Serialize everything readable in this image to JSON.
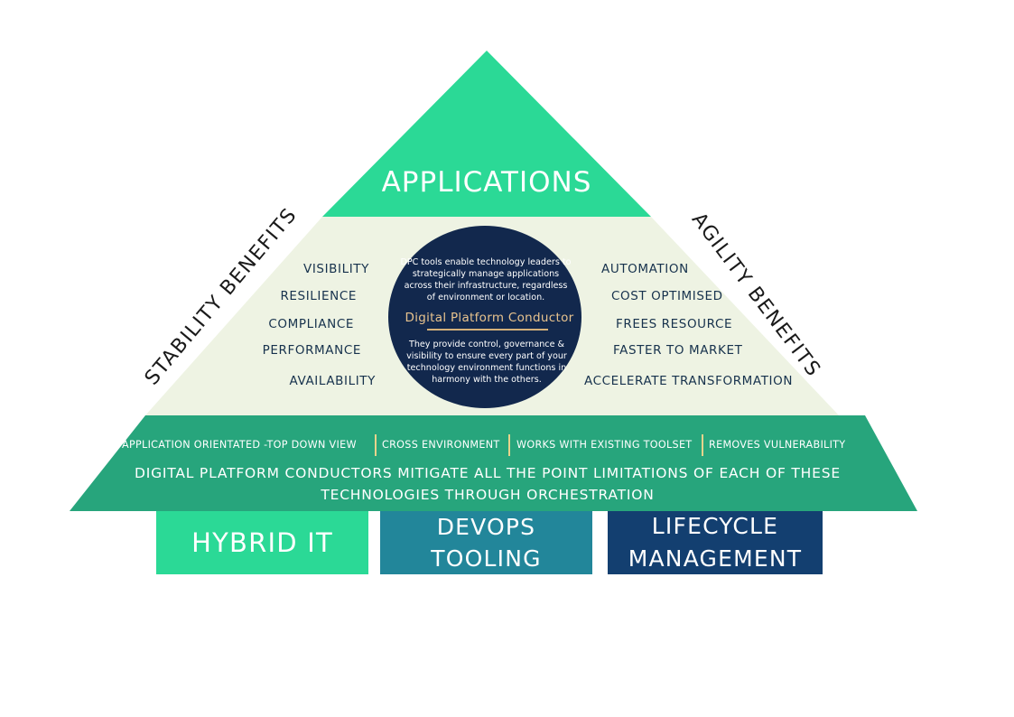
{
  "colors": {
    "apex": "#2bd996",
    "middle": "#eef3e3",
    "base": "#27a57c",
    "ellipse": "#12284d",
    "hybrid": "#2bd996",
    "devops": "#22869a",
    "lifecycle": "#133f70"
  },
  "apex": {
    "title": "APPLICATIONS"
  },
  "side_labels": {
    "left": "STABILITY BENEFITS",
    "right": "AGILITY BENEFITS"
  },
  "stability_benefits": [
    "VISIBILITY",
    "RESILIENCE",
    "COMPLIANCE",
    "PERFORMANCE",
    "AVAILABILITY"
  ],
  "agility_benefits": [
    "AUTOMATION",
    "COST OPTIMISED",
    "FREES RESOURCE",
    "FASTER TO MARKET",
    "ACCELERATE TRANSFORMATION"
  ],
  "ellipse": {
    "top_text": "DPC tools enable technology leaders to strategically manage applications across their infrastructure, regardless of environment or location.",
    "title": "Digital Platform Conductor",
    "bottom_text": "They provide control, governance & visibility to ensure every part of your technology environment functions in harmony with the others."
  },
  "base": {
    "features": [
      "APPLICATION ORIENTATED -TOP DOWN VIEW",
      "CROSS ENVIRONMENT",
      "WORKS WITH EXISTING TOOLSET",
      "REMOVES VULNERABILITY"
    ],
    "statement": "DIGITAL PLATFORM CONDUCTORS MITIGATE ALL THE POINT LIMITATIONS OF EACH OF THESE TECHNOLOGIES THROUGH ORCHESTRATION"
  },
  "technologies": [
    {
      "label": "HYBRID IT"
    },
    {
      "label": "DEVOPS\nTOOLING"
    },
    {
      "label": "LIFECYCLE\nMANAGEMENT"
    }
  ]
}
